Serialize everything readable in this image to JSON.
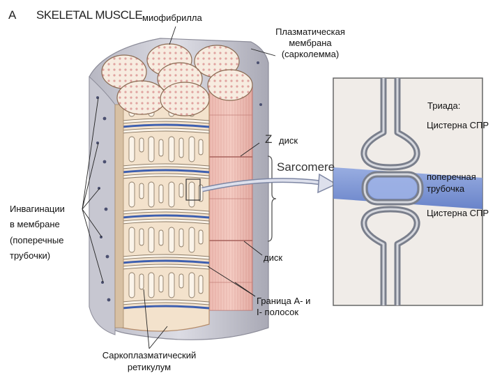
{
  "figure": {
    "panel_letter": "A",
    "panel_title": "SKELETAL MUSCLE",
    "z_letter": "Z",
    "sarcomere_label": "Sarcomere"
  },
  "labels": {
    "myofibril": "миофибрилла",
    "plasma_membrane_1": "Плазматическая",
    "plasma_membrane_2": "мембрана",
    "plasma_membrane_3": "(сарколемма)",
    "triad": "Триада:",
    "cistern_top": "Цистерна СПР",
    "t_tubule_1": "поперечная",
    "t_tubule_2": "трубочка",
    "cistern_bottom": "Цистерна СПР",
    "disc_top": "диск",
    "disc_bottom": "диск",
    "invag_1": "Инвагинации",
    "invag_2": "в мембране",
    "invag_3": "(поперечные",
    "invag_4": "трубочки)",
    "ab_border_1": "Граница А- и",
    "ab_border_2": "I- полосок",
    "sr_1": "Саркоплазматический",
    "sr_2": "ретикулум"
  },
  "colors": {
    "myofibril_fill": "#f3e2cc",
    "fibril_striations": "#d99a92",
    "t_tubule_blue": "#3d5fb0",
    "sarcolemma": "#c9c9d2",
    "inset_membrane": "#7a7f8c"
  }
}
